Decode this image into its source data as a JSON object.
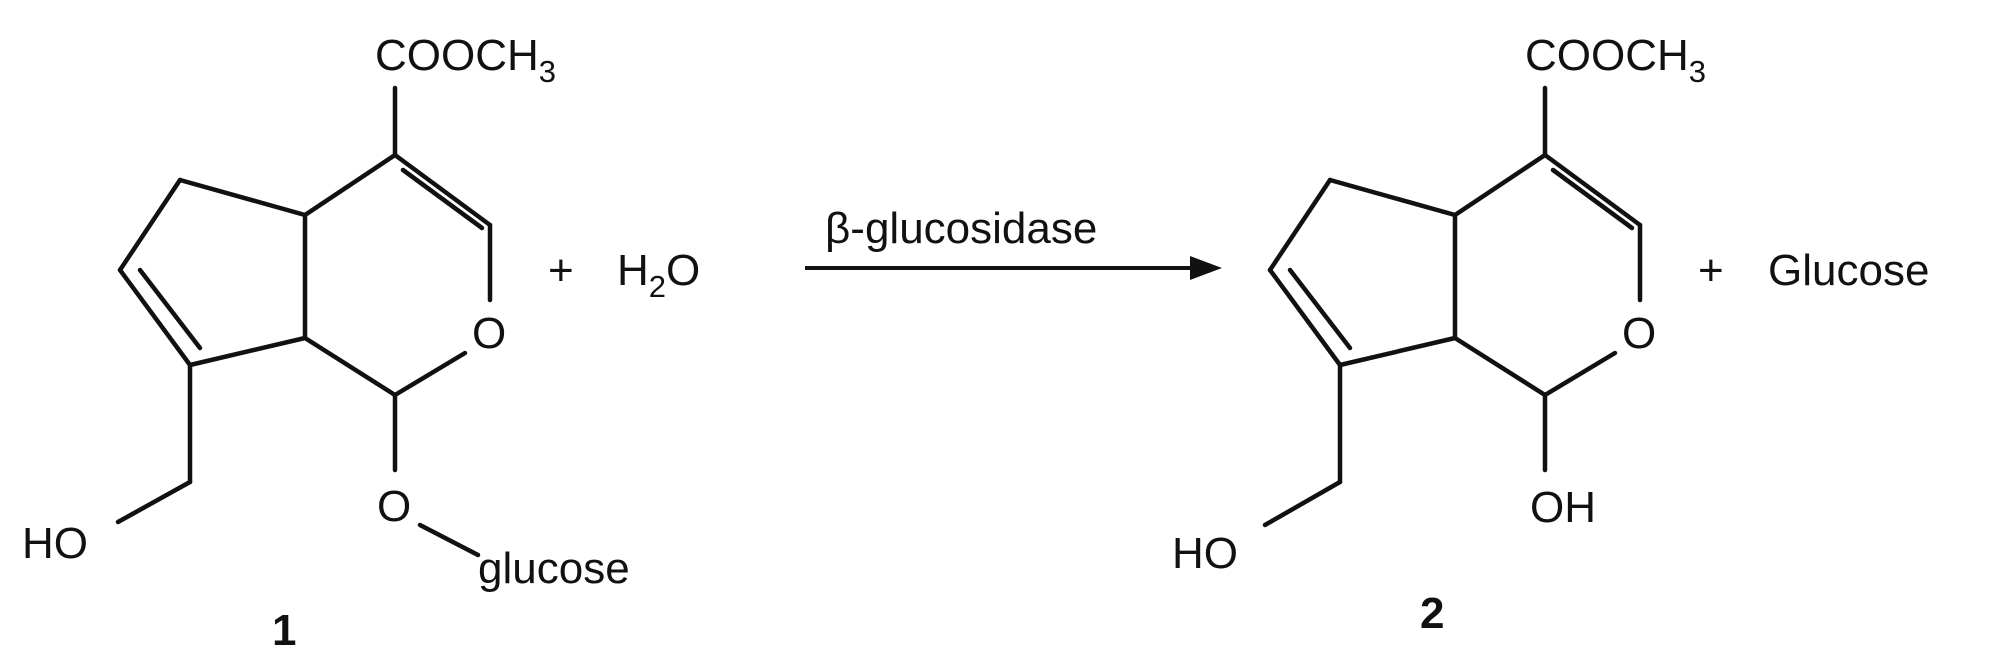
{
  "reaction": {
    "reactant": {
      "ester_group": {
        "base": "COOCH",
        "sub": "3"
      },
      "ring_oxygen": "O",
      "glycosidic_oxygen": "O",
      "glycosyl_label": "glucose",
      "hydroxymethyl": "HO",
      "compound_number": "1"
    },
    "plus_1": "+",
    "water": {
      "h": "H",
      "sub": "2",
      "o": "O"
    },
    "catalyst": "β-glucosidase",
    "product": {
      "ester_group": {
        "base": "COOCH",
        "sub": "3"
      },
      "ring_oxygen": "O",
      "hydroxyl": "OH",
      "hydroxymethyl": "HO",
      "compound_number": "2"
    },
    "plus_2": "+",
    "byproduct": "Glucose"
  }
}
